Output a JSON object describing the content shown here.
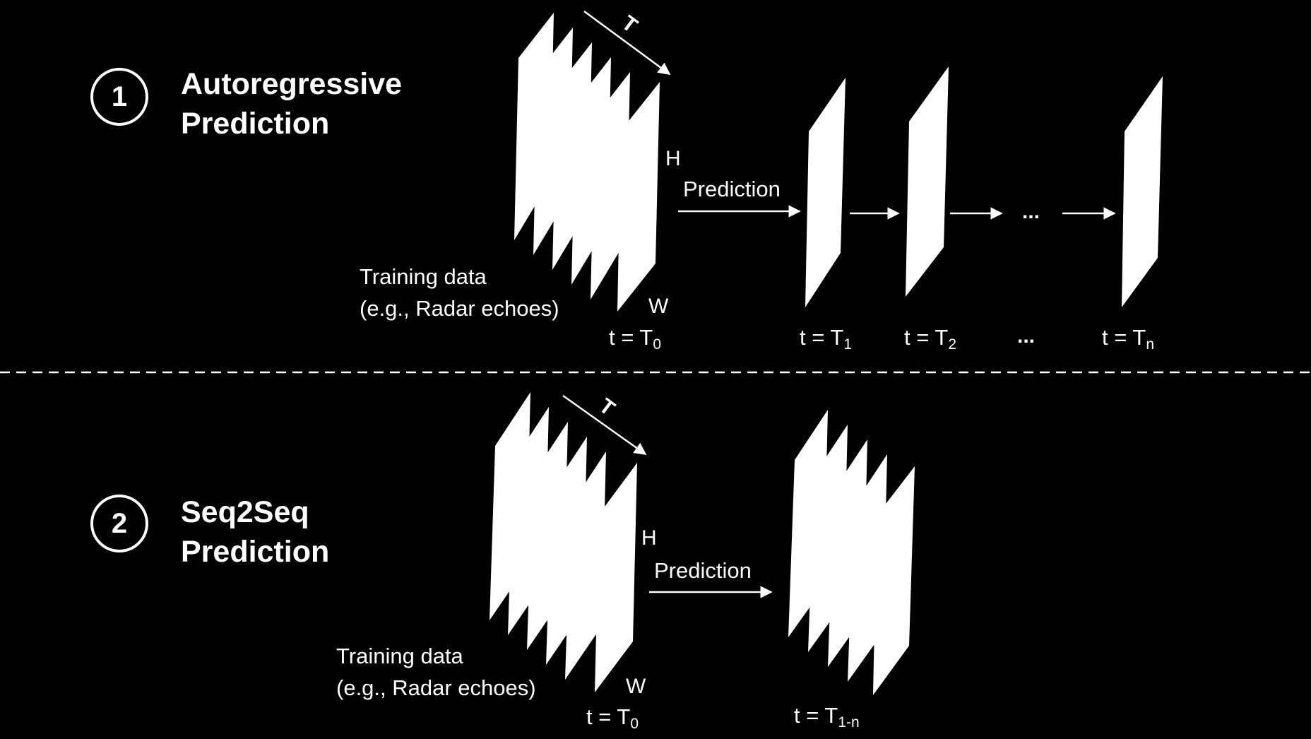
{
  "sections": [
    {
      "number": "1",
      "title_line1": "Autoregressive",
      "title_line2": "Prediction",
      "axis_T": "T",
      "axis_H": "H",
      "axis_W": "W",
      "arrow_label": "Prediction",
      "training_line1": "Training data",
      "training_line2": "(e.g., Radar echoes)",
      "input_time": {
        "base": "t = T",
        "sub": "0"
      },
      "output_times": [
        {
          "base": "t = T",
          "sub": "1"
        },
        {
          "base": "t = T",
          "sub": "2"
        },
        {
          "base": "t = T",
          "sub": "n"
        }
      ],
      "ellipsis": "...",
      "time_ellipsis": "..."
    },
    {
      "number": "2",
      "title_line1": "Seq2Seq",
      "title_line2": "Prediction",
      "axis_T": "T",
      "axis_H": "H",
      "axis_W": "W",
      "arrow_label": "Prediction",
      "training_line1": "Training data",
      "training_line2": "(e.g., Radar echoes)",
      "input_time": {
        "base": "t = T",
        "sub": "0"
      },
      "output_time": {
        "base": "t = T",
        "sub": "1-n"
      }
    }
  ]
}
